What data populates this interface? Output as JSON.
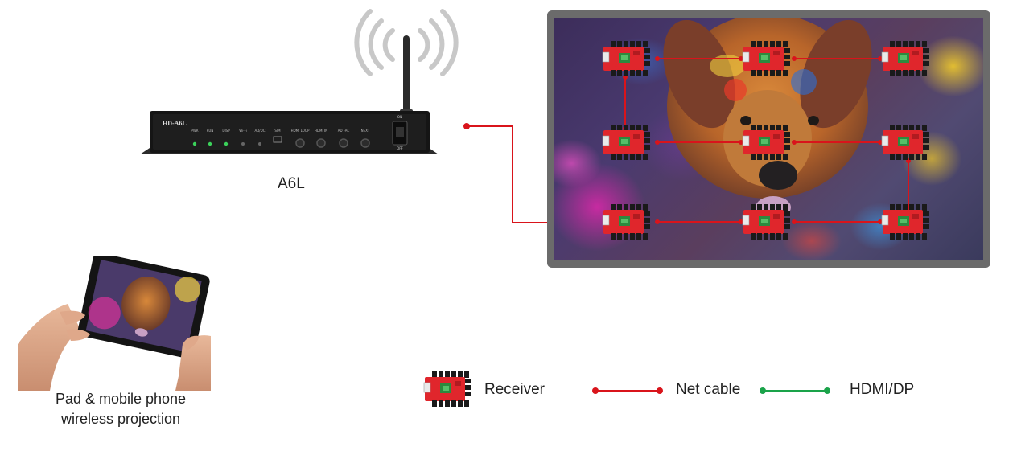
{
  "diagram": {
    "device": {
      "label": "A6L",
      "model_text": "HD-A6L",
      "port_labels": [
        "PWR",
        "RUN",
        "DISP",
        "Wi-Fi",
        "AD/DC",
        "SIM",
        "HDMI LOOP",
        "HDMI IN",
        "AD FAC",
        "NEXT"
      ],
      "switch_on": "ON",
      "switch_off": "OFF"
    },
    "tablet": {
      "caption_line1": "Pad & mobile phone",
      "caption_line2": "wireless projection"
    },
    "legend": {
      "receiver": "Receiver",
      "net_cable": "Net cable",
      "hdmi_dp": "HDMI/DP"
    },
    "colors": {
      "net_cable": "#d9141b",
      "hdmi_dp": "#1aa34a",
      "screen_frame": "#6b6b6b",
      "receiver_board": "#e0262c"
    },
    "icons": {
      "wireless": "wifi-signal-icon",
      "receiver": "receiver-card-icon"
    }
  }
}
